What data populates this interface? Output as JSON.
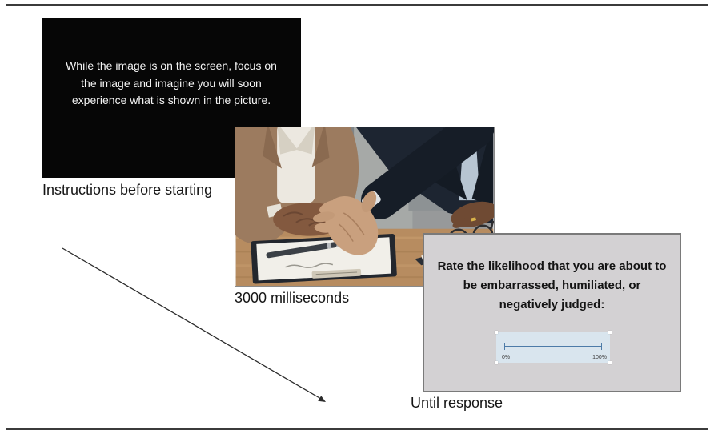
{
  "figure": {
    "type": "experiment-procedure-diagram",
    "rule_color": "#3b3b3b",
    "arrow_color": "#2b2b2b"
  },
  "panels": {
    "instructions": {
      "background": "#060606",
      "text_color": "#f4f4f4",
      "lines": [
        "While the image is on the screen, focus on",
        "the image and imagine you will soon",
        "experience what is shown in the picture."
      ],
      "caption": "Instructions before starting"
    },
    "stimulus": {
      "caption": "3000 milliseconds",
      "photo_content": "Two businesspeople at a wooden desk with documents and a pen; a man in a dark suit extends an open hand; glasses rest on papers at right"
    },
    "rating": {
      "background": "#d3d1d3",
      "border_color": "#7a7a7a",
      "lines": [
        "Rate the likelihood that you are about to",
        "be embarrassed, humiliated, or",
        "negatively judged:"
      ],
      "slider": {
        "min_label": "0%",
        "max_label": "100%",
        "panel_color": "#d9e5ee",
        "track_color": "#4d7ba8"
      },
      "caption": "Until response"
    }
  }
}
